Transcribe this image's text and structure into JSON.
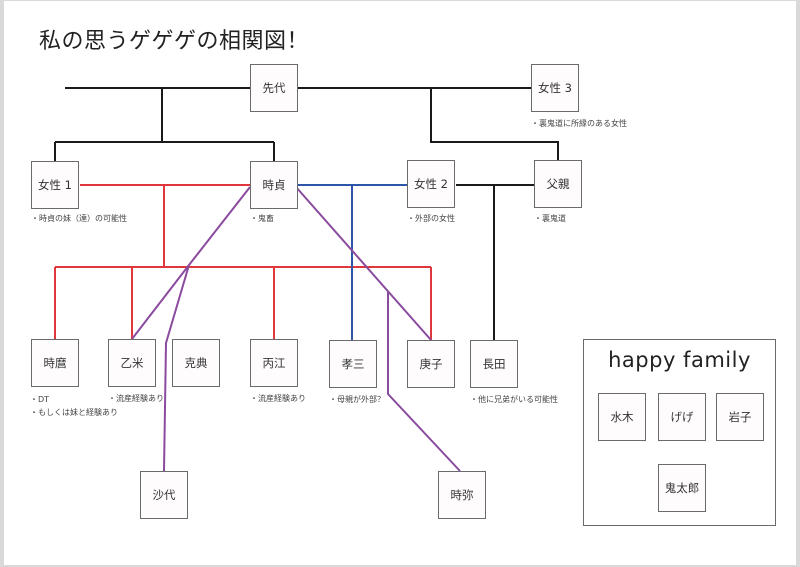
{
  "title": "私の思うゲゲゲの相関図！",
  "colors": {
    "black_line": "#1a1a1a",
    "red_line": "#e0373c",
    "blue_line": "#2d56a8",
    "purple_line": "#8a4a9e"
  },
  "people": {
    "sendai": {
      "name": "先代"
    },
    "josei3": {
      "name": "女性 3",
      "notes": [
        "・裏鬼道に所縁のある女性"
      ]
    },
    "josei1": {
      "name": "女性 1",
      "notes": [
        "・時貞の妹（達）の可能性"
      ]
    },
    "tokisada": {
      "name": "時貞",
      "notes": [
        "・鬼畜"
      ]
    },
    "josei2": {
      "name": "女性 2",
      "notes": [
        "・外部の女性"
      ]
    },
    "chichioya": {
      "name": "父親",
      "notes": [
        "・裏鬼道"
      ]
    },
    "tokimaro": {
      "name": "時麿",
      "notes": [
        "・DT",
        "・もしくは妹と経験あり"
      ]
    },
    "otome": {
      "name": "乙米",
      "notes": [
        "・流産経験あり"
      ]
    },
    "katsunori": {
      "name": "克典"
    },
    "hinoe": {
      "name": "丙江",
      "notes": [
        "・流産経験あり"
      ]
    },
    "kozo": {
      "name": "孝三",
      "notes": [
        "・母親が外部？"
      ]
    },
    "kanoeko": {
      "name": "庚子"
    },
    "nagata": {
      "name": "長田",
      "notes": [
        "・他に兄弟がいる可能性"
      ]
    },
    "sayo": {
      "name": "沙代"
    },
    "tokiya": {
      "name": "時弥"
    }
  },
  "happy_family": {
    "title": "happy family",
    "members": [
      "水木",
      "げげ",
      "岩子",
      "鬼太郎"
    ]
  }
}
